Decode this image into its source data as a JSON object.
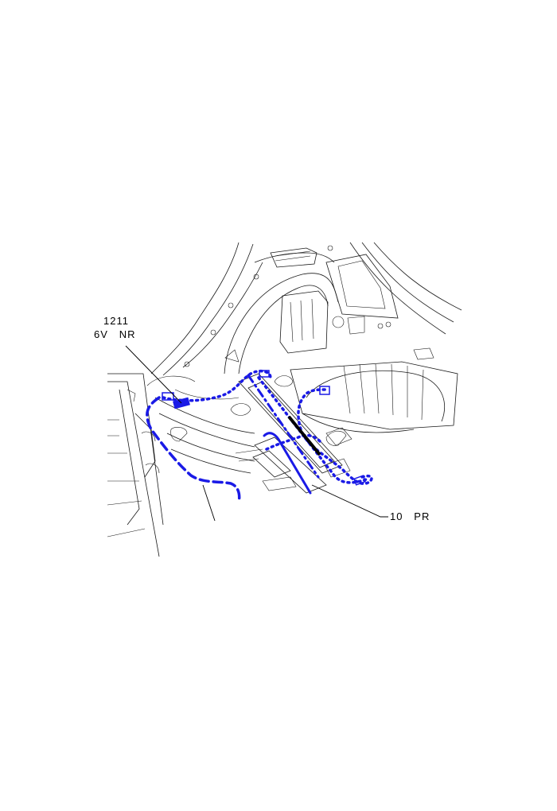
{
  "callouts": {
    "connector_a": {
      "code": "1211",
      "spec": "6V   NR"
    },
    "connector_b": {
      "label": "10   PR"
    }
  },
  "colors": {
    "harness": "#1a1ae6",
    "outline": "#1a1a1a",
    "highlight_bar": "#000000"
  }
}
